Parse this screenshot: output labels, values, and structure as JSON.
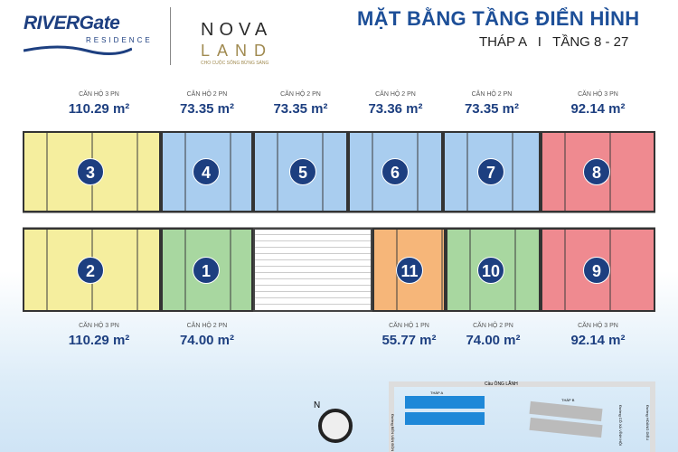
{
  "header": {
    "brand_primary": "RIVERGate",
    "brand_sub": "RESIDENCE",
    "partner_top": "NOVA",
    "partner_bottom": "LAND",
    "partner_slogan": "CHO CUỘC SỐNG BỪNG SÁNG",
    "title": "MẶT BẰNG TẦNG ĐIỂN HÌNH",
    "subtitle": "THÁP A   I   TẦNG 8 - 27"
  },
  "colors": {
    "yellow": "#f5ee9e",
    "blue": "#a9cdef",
    "red": "#ef8a90",
    "green": "#a8d7a0",
    "orange": "#f6b679",
    "badge": "#1d3f80",
    "title": "#1d4f98"
  },
  "top_units": [
    {
      "number": "3",
      "type": "CĂN HỘ 3 PN",
      "area": "110.29 m²",
      "color": "yellow"
    },
    {
      "number": "4",
      "type": "CĂN HỘ 2 PN",
      "area": "73.35 m²",
      "color": "blue"
    },
    {
      "number": "5",
      "type": "CĂN HỘ 2 PN",
      "area": "73.35 m²",
      "color": "blue"
    },
    {
      "number": "6",
      "type": "CĂN HỘ 2 PN",
      "area": "73.36 m²",
      "color": "blue"
    },
    {
      "number": "7",
      "type": "CĂN HỘ 2 PN",
      "area": "73.35 m²",
      "color": "blue"
    },
    {
      "number": "8",
      "type": "CĂN HỘ 3 PN",
      "area": "92.14 m²",
      "color": "red"
    }
  ],
  "bottom_units": [
    {
      "number": "2",
      "type": "CĂN HỘ 3 PN",
      "area": "110.29 m²",
      "color": "yellow"
    },
    {
      "number": "1",
      "type": "CĂN HỘ 2 PN",
      "area": "74.00 m²",
      "color": "green"
    },
    {
      "number": "11",
      "type": "CĂN HỘ 1 PN",
      "area": "55.77 m²",
      "color": "orange"
    },
    {
      "number": "10",
      "type": "CĂN HỘ 2 PN",
      "area": "74.00 m²",
      "color": "green"
    },
    {
      "number": "9",
      "type": "CĂN HỘ 3 PN",
      "area": "92.14 m²",
      "color": "red"
    }
  ],
  "site_map": {
    "road_top": "Cầu ÔNG LÃNH",
    "tower_a": "THÁP A",
    "tower_b": "THÁP B",
    "road_left": "Đường BẾN VÂN ĐỒN",
    "road_right1": "Đường CÔ XÁ VĨNH HỘI",
    "road_right2": "Đường HOÀNG DIỆU",
    "compass": "N"
  }
}
